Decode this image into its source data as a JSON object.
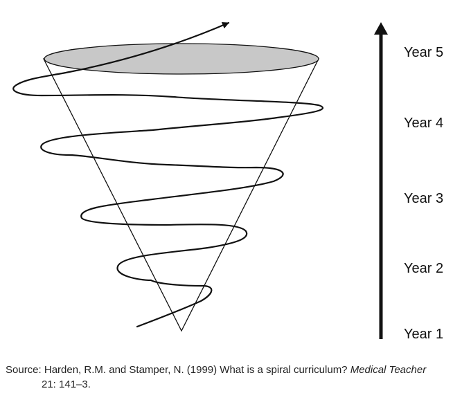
{
  "diagram": {
    "year_labels": [
      "Year 5",
      "Year 4",
      "Year 3",
      "Year 2",
      "Year 1"
    ],
    "colors": {
      "cone_top_fill": "#c8c8c8",
      "stroke": "#111111"
    }
  },
  "caption": {
    "prefix": "Source: Harden, R.M. and Stamper, N. (1999) What is a spiral curriculum? ",
    "journal": "Medical Teacher",
    "line2": "21: 141–3."
  }
}
